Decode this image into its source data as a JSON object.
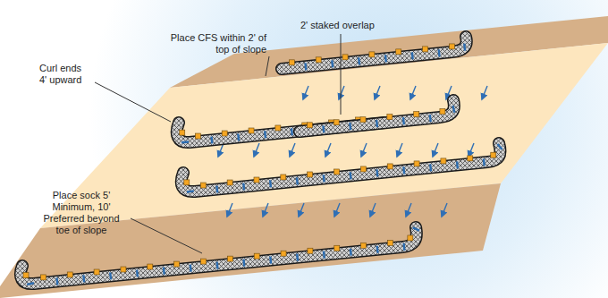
{
  "diagram": {
    "labels": [
      "Place CFS within 2' of top of slope",
      "2' staked overlap",
      "Curl ends 4' upward",
      "Place sock 5' Minimum, 10' Preferred beyond toe of slope"
    ]
  }
}
